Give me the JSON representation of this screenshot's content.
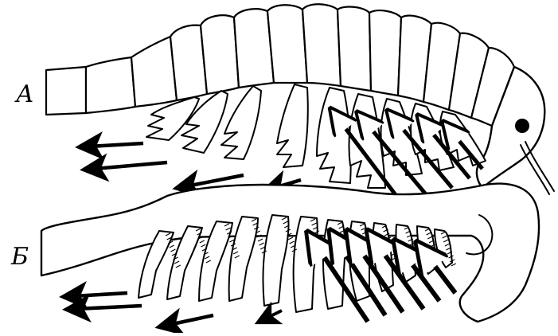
{
  "figure": {
    "labels": {
      "a": "А",
      "b": "Б"
    },
    "colors": {
      "ink": "#000000",
      "paper": "#ffffff"
    },
    "panels": [
      {
        "id": "a",
        "subject": "amphipod",
        "outflow_arrows": 4,
        "inflow_arrows": 5
      },
      {
        "id": "b",
        "subject": "isopod",
        "outflow_arrows": 4,
        "inflow_arrows": 6
      }
    ]
  }
}
